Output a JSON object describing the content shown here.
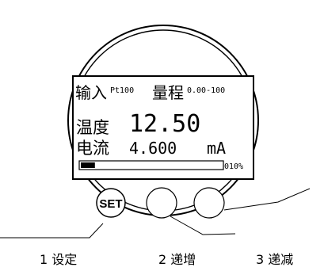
{
  "display": {
    "input_label": "输入",
    "input_value": "Pt100",
    "range_label": "量程",
    "range_value": "0.00-100",
    "temp_label": "温度",
    "temp_value": "12.50",
    "current_label": "电流",
    "current_value": "4.600",
    "current_unit": "mA",
    "progress_percent": 10,
    "progress_text": "010%"
  },
  "buttons": {
    "set_label": "SET"
  },
  "legend": {
    "item1": "1 设定",
    "item2": "2 递增",
    "item3": "3 递减"
  },
  "colors": {
    "line": "#000000",
    "background": "#ffffff"
  }
}
